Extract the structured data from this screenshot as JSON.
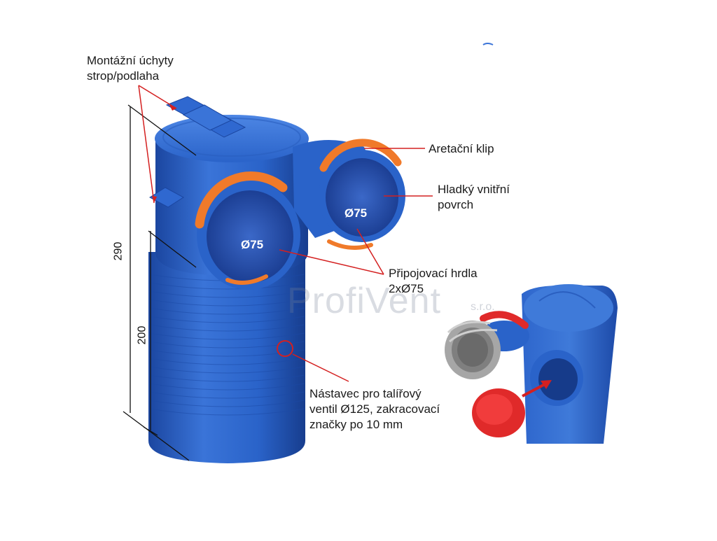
{
  "colors": {
    "body_blue": "#2a63c9",
    "body_blue_dark": "#1b46a0",
    "body_blue_light": "#4d86e4",
    "clip_orange": "#f07a2a",
    "cap_red": "#e02a2a",
    "leader_red": "#d42020",
    "flex_gray": "#9a9a9a",
    "text": "#1a1a1a"
  },
  "labels": {
    "mount_clips_line1": "Montážní úchyty",
    "mount_clips_line2": "strop/podlaha",
    "lock_clip": "Aretační klip",
    "smooth_line1": "Hladký vnitřní",
    "smooth_line2": "povrch",
    "connectors_line1": "Připojovací hrdla",
    "connectors_line2": "2xØ75",
    "extension_line1": "Nástavec pro talířový",
    "extension_line2": "ventil Ø125, zakracovací",
    "extension_line3": "značky po 10 mm"
  },
  "dimensions": {
    "total": "290",
    "lower": "200"
  },
  "diameters": {
    "left": "Ø75",
    "right": "Ø75"
  },
  "watermark": {
    "brand": "ProfiVent",
    "suffix": "s.r.o."
  }
}
